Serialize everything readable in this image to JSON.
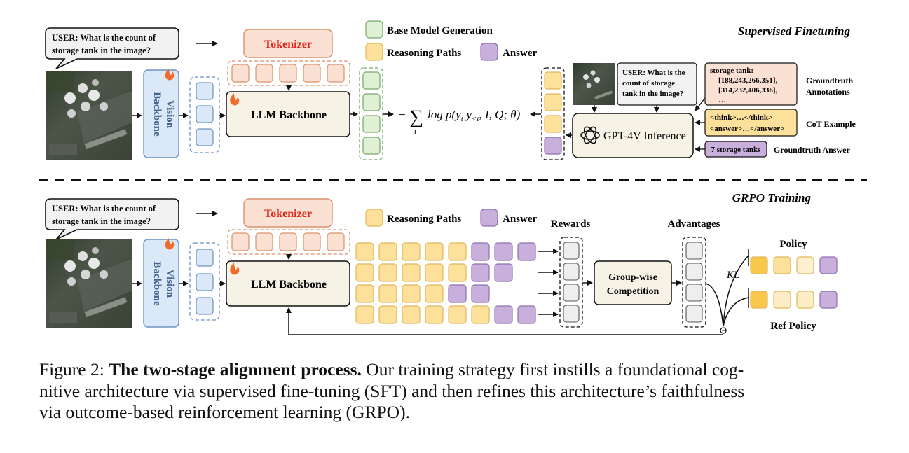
{
  "sft": {
    "title": "Supervised Finetuning",
    "user_query": [
      "USER: What is the count of",
      "storage tank in the image?"
    ],
    "vision_backbone": [
      "Vision",
      "Backbone"
    ],
    "tokenizer": "Tokenizer",
    "llm_backbone": "LLM Backbone",
    "legend_base": "Base Model Generation",
    "legend_reasoning": "Reasoning Paths",
    "legend_answer": "Answer",
    "loss_minus": "−",
    "loss_expr": "log p(y",
    "loss_sub_t": "t",
    "loss_given": "|y",
    "loss_sub_lt": "<t",
    "loss_rest": ", I, Q; θ)",
    "gpt_user_query": [
      "USER: What is the",
      "count of storage",
      "tank in the image?"
    ],
    "gt_annotations_box": [
      "storage tank:",
      "[188,243,266,351],",
      "[314,232,406,336],",
      "…"
    ],
    "gt_annotations_label": [
      "Groundtruth",
      "Annotations"
    ],
    "cot_box": [
      "<think>…</think>",
      "<answer>…</answer>"
    ],
    "cot_label": "CoT Example",
    "gpt_label": "GPT-4V Inference",
    "gt_answer_box": "7 storage tanks",
    "gt_answer_label": "Groundtruth Answer"
  },
  "grpo": {
    "title": "GRPO Training",
    "user_query": [
      "USER: What is the count of",
      "storage tank in the image?"
    ],
    "vision_backbone": [
      "Vision",
      "Backbone"
    ],
    "tokenizer": "Tokenizer",
    "llm_backbone": "LLM Backbone",
    "legend_reasoning": "Reasoning Paths",
    "legend_answer": "Answer",
    "rewards": "Rewards",
    "advantages": "Advantages",
    "competition": [
      "Group-wise",
      "Competition"
    ],
    "kl": "KL",
    "policy": "Policy",
    "ref_policy": "Ref Policy"
  },
  "caption": {
    "prefix": "Figure 2: ",
    "bold": "The two-stage alignment process.",
    "line1_rest": " Our training strategy first instills a foundational cog-",
    "line2": "nitive architecture via supervised fine-tuning (SFT) and then refines this architecture’s faithfulness",
    "line3": "via outcome-based reinforcement learning (GRPO)."
  },
  "colors": {
    "vision_fill": "#dbe8f7",
    "vision_stroke": "#6e93c4",
    "token_fill": "#fbe1d3",
    "token_stroke": "#d9916b",
    "token_text": "#e0261b",
    "llm_fill": "#f6f3e6",
    "green_fill": "#dff0d4",
    "green_stroke": "#78a86a",
    "yellow_fill": "#fde19a",
    "yellow_stroke": "#e0b85a",
    "purple_fill": "#c9b0dc",
    "purple_stroke": "#8f6fb0",
    "grey_fill": "#eeeeee"
  }
}
